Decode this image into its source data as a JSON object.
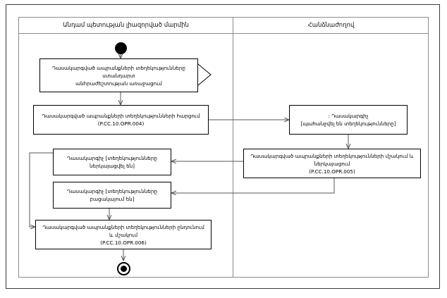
{
  "diagram": {
    "type": "uml-activity-diagram",
    "lanes": [
      {
        "id": "lane-member-state",
        "title": "Անդամ պետության լիազորված մարմին"
      },
      {
        "id": "lane-commission",
        "title": "Հանձնաժողով"
      }
    ],
    "nodes": {
      "start": {
        "kind": "initial-node"
      },
      "end": {
        "kind": "final-node"
      },
      "n1": {
        "kind": "send-signal-action",
        "line1": "Դասակարգված ապրանքների տեղեկությունները ստանդարտ",
        "line2": "անհրաժեշտության առաջացում"
      },
      "n2": {
        "kind": "action",
        "line1": "Դասակարգված ապրանքների տեղեկությունների հարցում",
        "line2": "(P.CC.10.OPR.004)"
      },
      "n3": {
        "kind": "object-node",
        "line1": ": Դասակարգիչ",
        "line2": "[պահանջվել են տեղեկությունները]"
      },
      "n4": {
        "kind": "action",
        "line1": "Դասակարգված ապրանքների տեղեկությունների մշակում և ներկայացում",
        "line2": "(P.CC.10.OPR.005)"
      },
      "n5": {
        "kind": "object-node",
        "line1": "Դասակարգիչ [տեղեկությունները",
        "line2": "ներկայացվել են]"
      },
      "n6": {
        "kind": "object-node",
        "line1": "Դասակարգիչ [տեղեկությունները",
        "line2": "բացակայում են]"
      },
      "n7": {
        "kind": "action",
        "line1": "Դասակարգված ապրանքների տեղեկությունների ընդունում և մշակում",
        "line2": "(P.CC.10.OPR.006)"
      }
    },
    "colors": {
      "stroke": "#000000",
      "frame": "#3a3a3a",
      "lane": "#8c8c8c",
      "background": "#ffffff",
      "edge": "#555555"
    }
  }
}
